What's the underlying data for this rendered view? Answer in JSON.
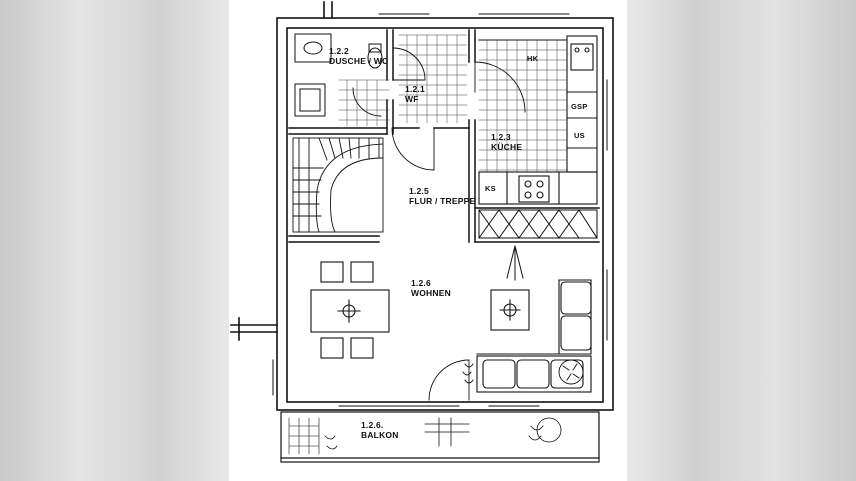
{
  "rooms": [
    {
      "number": "1.2.2",
      "name": "DUSCHE / WC"
    },
    {
      "number": "1.2.1",
      "name": "WF"
    },
    {
      "number": "1.2.3",
      "name": "KÜCHE"
    },
    {
      "number": "1.2.5",
      "name": "FLUR / TREPPE"
    },
    {
      "number": "1.2.6",
      "name": "WOHNEN"
    },
    {
      "number": "1.2.6.",
      "name": "BALKON"
    }
  ],
  "fixtures": {
    "hk": "HK",
    "gsp": "GSP",
    "us": "US",
    "ks": "KS"
  },
  "colors": {
    "line": "#111111",
    "paper": "#ffffff",
    "background": "#dcdcdc"
  }
}
